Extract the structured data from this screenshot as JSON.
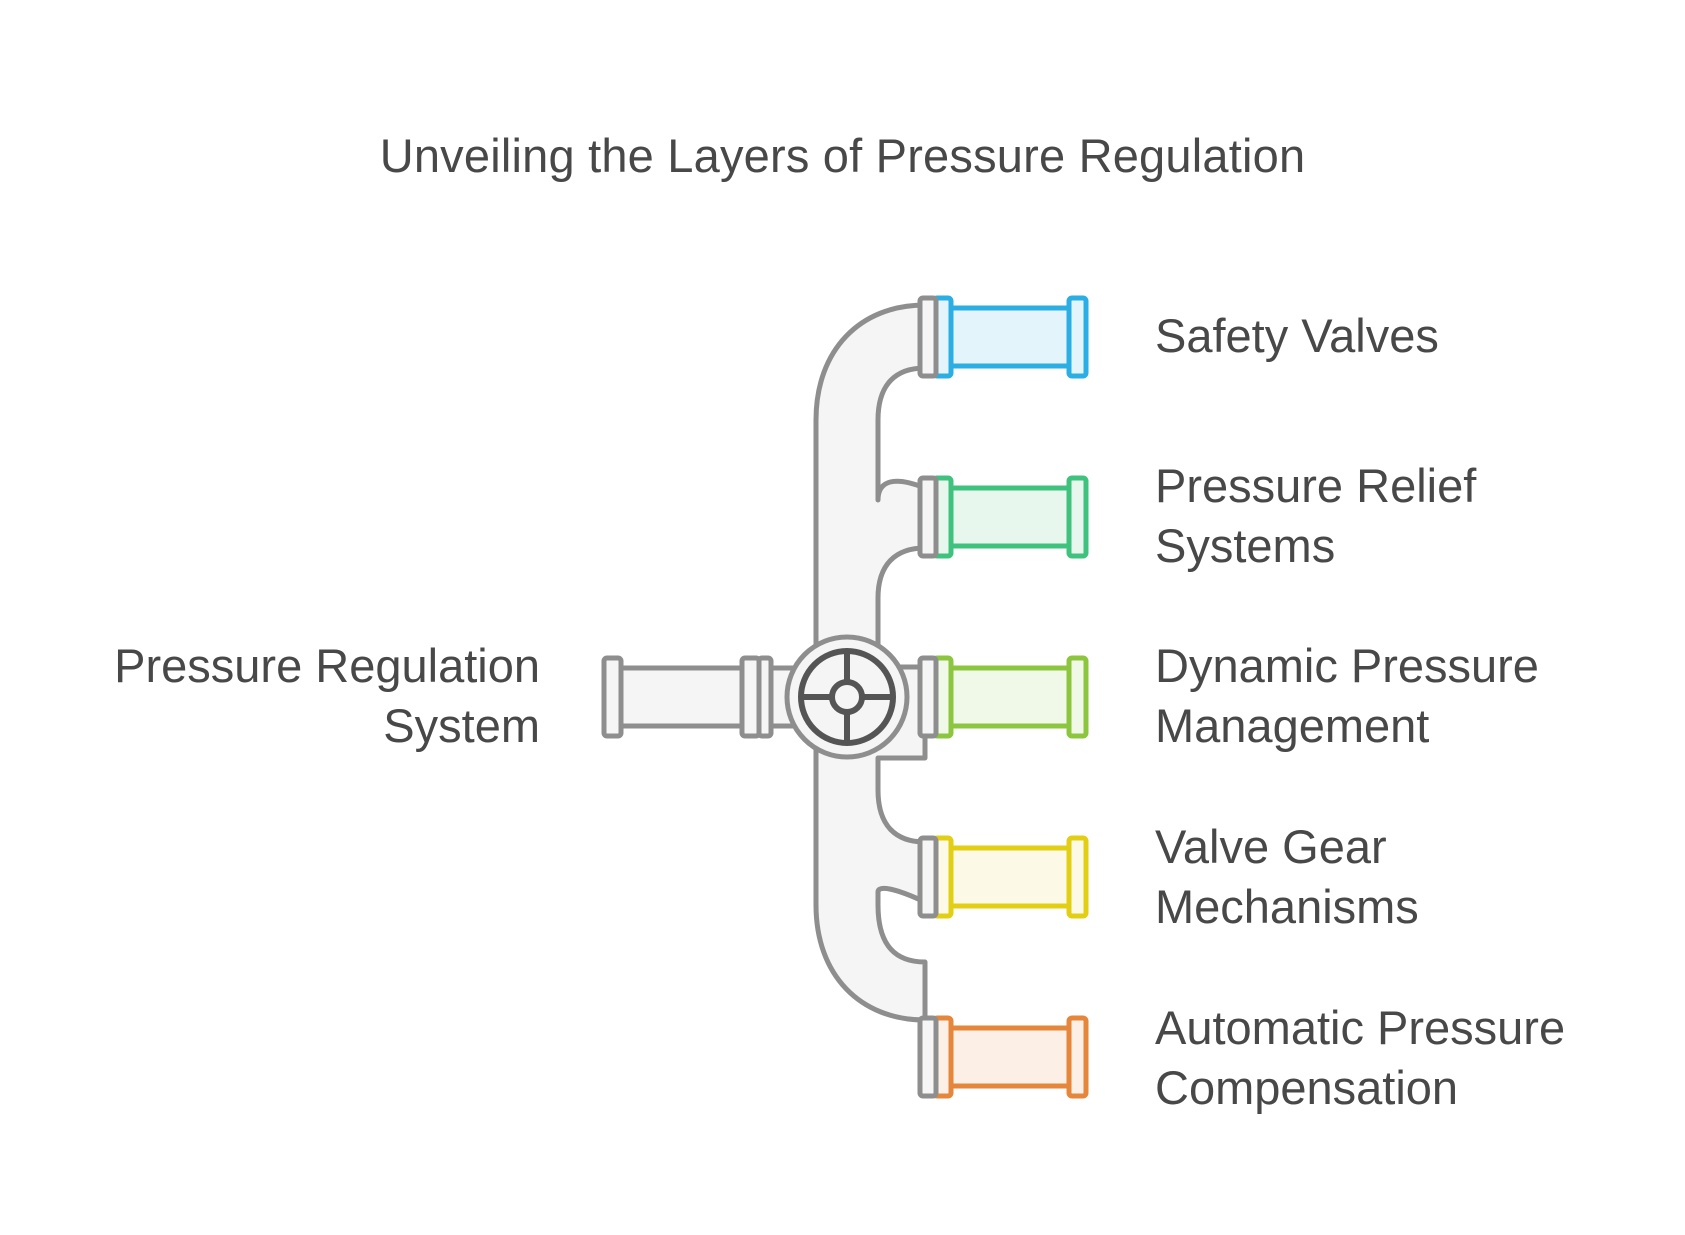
{
  "title": "Unveiling the Layers of Pressure Regulation",
  "source": {
    "line1": "Pressure Regulation",
    "line2": "System"
  },
  "branches": [
    {
      "line1": "Safety Valves",
      "line2": "",
      "stroke": "#2aaee3",
      "fill": "#e3f5fb"
    },
    {
      "line1": "Pressure Relief",
      "line2": "Systems",
      "stroke": "#3fc27d",
      "fill": "#e7f7ee"
    },
    {
      "line1": "Dynamic Pressure",
      "line2": "Management",
      "stroke": "#8cc63f",
      "fill": "#f0f8e8"
    },
    {
      "line1": "Valve Gear",
      "line2": "Mechanisms",
      "stroke": "#e2cf14",
      "fill": "#fcfae6"
    },
    {
      "line1": "Automatic Pressure",
      "line2": "Compensation",
      "stroke": "#e5863a",
      "fill": "#fcf0e6"
    }
  ],
  "colors": {
    "pipe_stroke": "#8e8e8e",
    "pipe_fill": "#f5f5f5",
    "valve_stroke": "#555555",
    "text": "#484848"
  },
  "icons": {
    "valve": "valve-wheel-icon"
  }
}
